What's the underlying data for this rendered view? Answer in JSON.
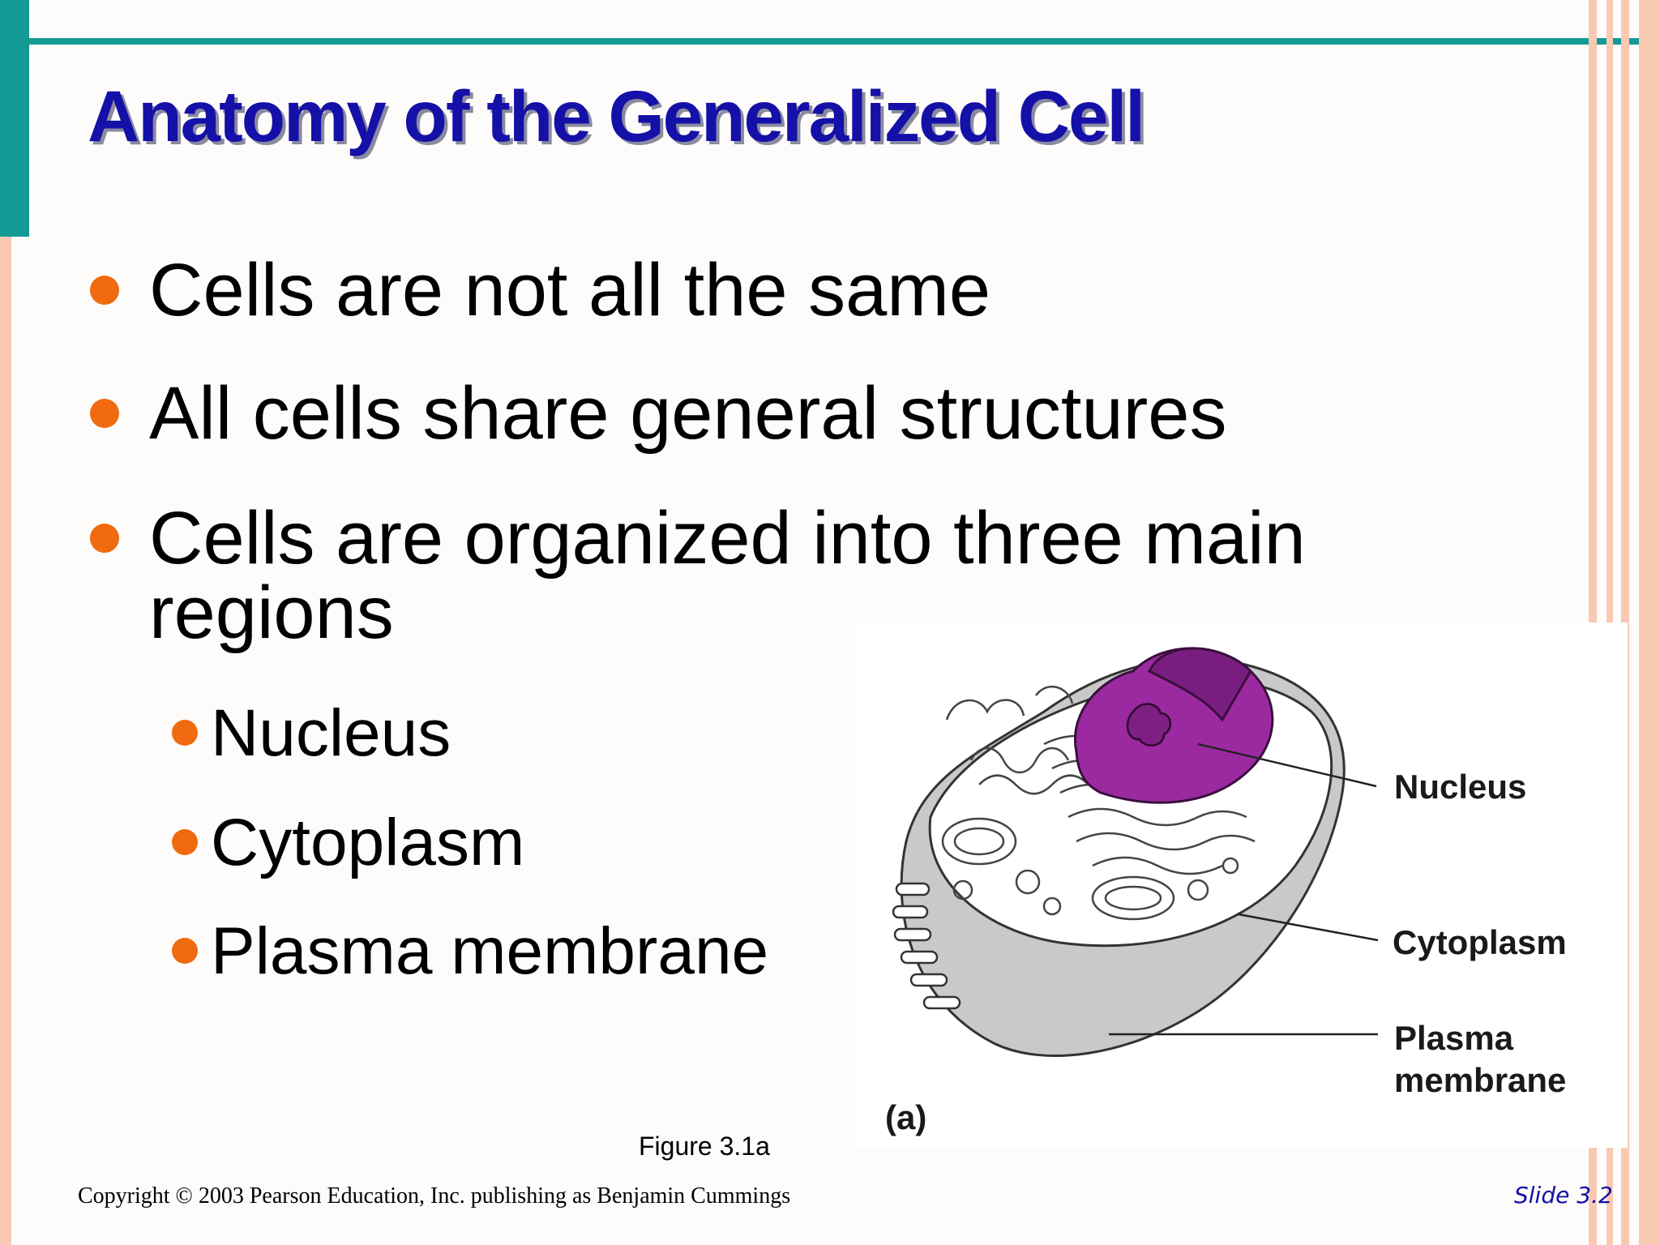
{
  "slide": {
    "title": "Anatomy of the  Generalized Cell",
    "bullets": [
      {
        "text": "Cells are not all the same"
      },
      {
        "text": "All cells share general structures"
      },
      {
        "text": "Cells are organized into three main regions",
        "line1": "Cells are organized into three main",
        "line2": "regions"
      }
    ],
    "sub_bullets": [
      "Nucleus",
      "Cytoplasm",
      "Plasma membrane"
    ],
    "figure": {
      "labels": {
        "nucleus": "Nucleus",
        "cytoplasm": "Cytoplasm",
        "plasma_line1": "Plasma",
        "plasma_line2": "membrane",
        "panel": "(a)"
      },
      "caption": "Figure 3.1a"
    },
    "footer": {
      "copyright": "Copyright © 2003 Pearson Education, Inc. publishing as Benjamin Cummings",
      "slide_number": "Slide 3.2"
    }
  },
  "colors": {
    "teal_accent": "#139a94",
    "title_blue": "#1410a8",
    "bullet_orange": "#f06b0f",
    "frame_peach": "#f9c9b4",
    "nucleus_purple": "#9b2aa0"
  }
}
